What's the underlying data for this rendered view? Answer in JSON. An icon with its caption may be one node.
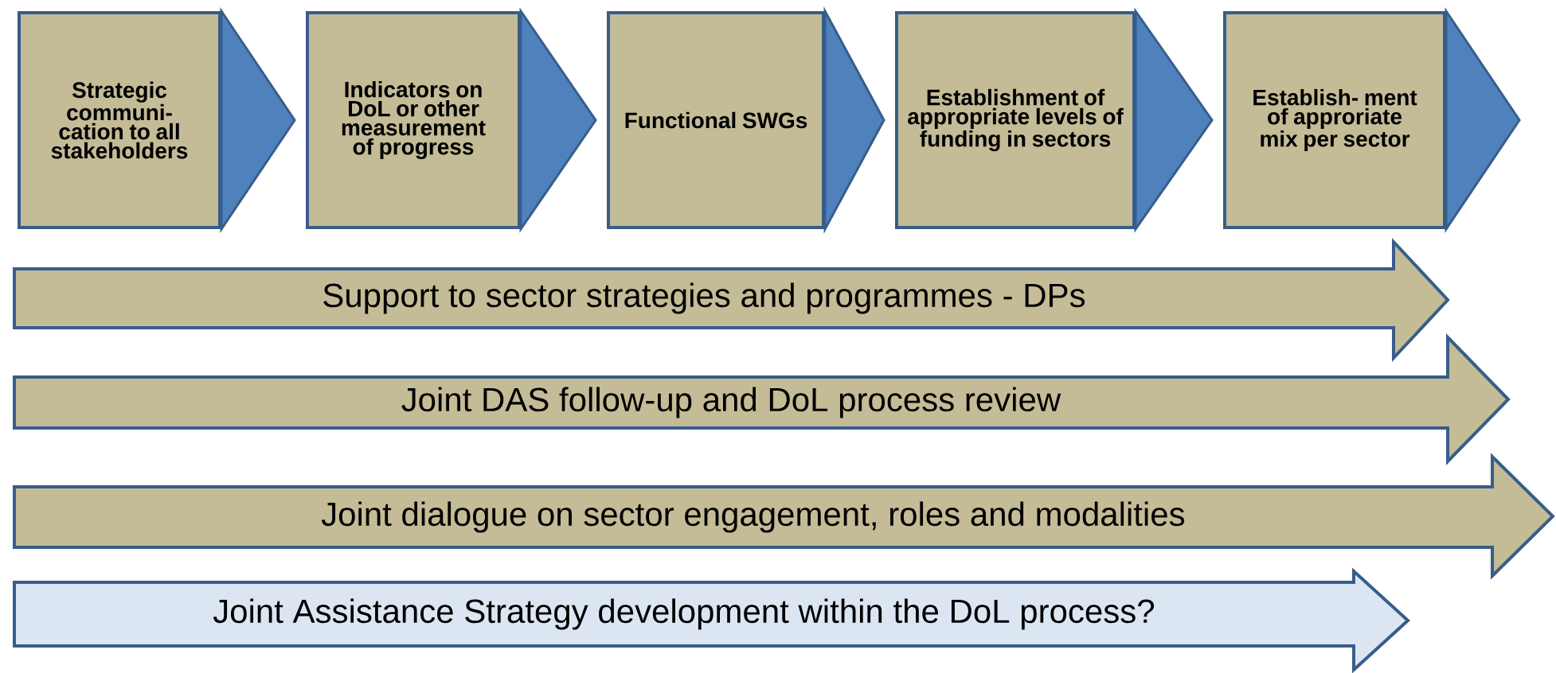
{
  "diagram": {
    "nodes": [
      {
        "text": [
          "Strategic communi- cation to all stakeholders"
        ]
      },
      {
        "text": [
          "Indicators on DoL or other measurement of progress"
        ]
      },
      {
        "text": [
          "Functional SWGs"
        ]
      },
      {
        "text": [
          "Establishment of appropriate levels of funding in sectors"
        ]
      },
      {
        "text": [
          "Establish- ment of approriate mix per sector"
        ]
      },
      {
        "text": [
          "Support to sector strategies and programmes - DPs"
        ]
      },
      {
        "text": [
          "Joint DAS follow-up and DoL process review"
        ]
      },
      {
        "text": [
          "Joint dialogue on sector engagement, roles and modalities"
        ]
      },
      {
        "text": [
          "Joint Assistance Strategy development within the DoL process?"
        ]
      }
    ],
    "edges": [
      {
        "from": 0,
        "to": 1,
        "arrow": "to"
      },
      {
        "from": 1,
        "to": 2,
        "arrow": "to"
      },
      {
        "from": 2,
        "to": 3,
        "arrow": "to"
      },
      {
        "from": 3,
        "to": 4,
        "arrow": "to"
      },
      {
        "from": 4,
        "to": null,
        "arrow": "to"
      }
    ]
  }
}
